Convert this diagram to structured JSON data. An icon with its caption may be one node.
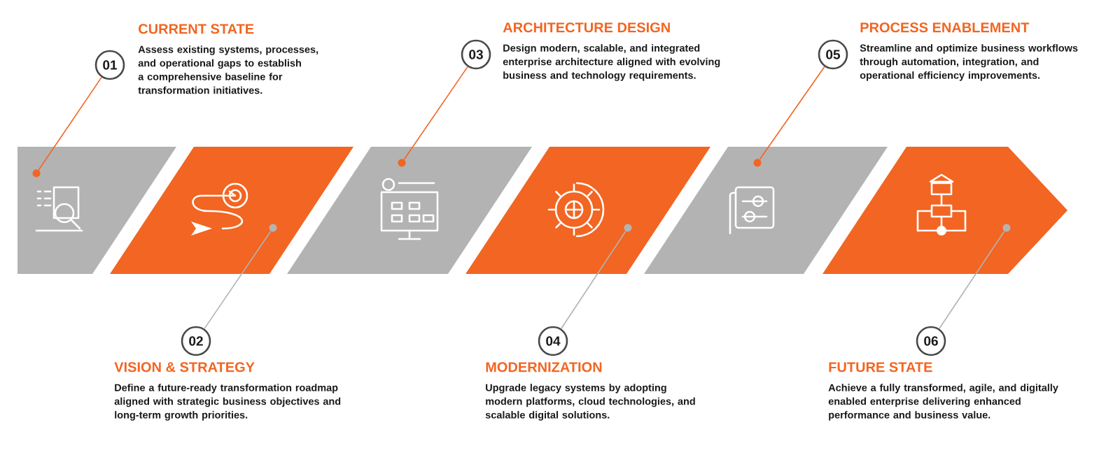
{
  "diagram": {
    "nodes": [
      {
        "text": [
          "01"
        ],
        "beside": [
          "CURRENT STATE",
          "Assess existing systems, processes, and operational gaps to establish a comprehensive baseline for transformation initiatives."
        ]
      },
      {
        "text": [
          "02"
        ],
        "beside": [
          "VISION & STRATEGY",
          "Define a future-ready transformation roadmap aligned with strategic business objectives and long-term growth priorities."
        ]
      },
      {
        "text": [
          "03"
        ],
        "beside": [
          "ARCHITECTURE DESIGN",
          "Design modern, scalable, and integrated enterprise architecture aligned with evolving business and technology requirements."
        ]
      },
      {
        "text": [
          "04"
        ],
        "beside": [
          "MODERNIZATION",
          "Upgrade legacy systems by adopting modern platforms, cloud technologies, and scalable digital solutions."
        ]
      },
      {
        "text": [
          "05"
        ],
        "beside": [
          "PROCESS ENABLEMENT",
          "Streamline and optimize business workflows through automation, integration, and operational efficiency improvements."
        ]
      },
      {
        "text": [
          "06"
        ],
        "beside": [
          "FUTURE STATE",
          "Achieve a fully transformed, agile, and digitally enabled enterprise delivering enhanced performance and business value."
        ]
      },
      {
        "text": [],
        "shape": "bar"
      },
      {
        "text": [],
        "shape": "bar"
      },
      {
        "text": [],
        "shape": "bar"
      },
      {
        "text": [],
        "shape": "bar"
      },
      {
        "text": [],
        "shape": "bar"
      },
      {
        "text": [],
        "shape": "bar"
      },
      {
        "text": [],
        "shape": "circle",
        "in": 6
      },
      {
        "text": [],
        "shape": "circle",
        "in": 7
      },
      {
        "text": [],
        "shape": "circle",
        "in": 8
      },
      {
        "text": [],
        "shape": "circle",
        "in": 9
      },
      {
        "text": [],
        "shape": "circle",
        "in": 10
      },
      {
        "text": [],
        "shape": "circle",
        "in": 11
      }
    ],
    "edges": [
      {
        "from": 0,
        "to": 12,
        "arrow": "none",
        "color": "#f26522"
      },
      {
        "from": 1,
        "to": 13,
        "arrow": "none",
        "color": "#b3b3b3"
      },
      {
        "from": 2,
        "to": 14,
        "arrow": "none",
        "color": "#f26522"
      },
      {
        "from": 3,
        "to": 15,
        "arrow": "none",
        "color": "#b3b3b3"
      },
      {
        "from": 4,
        "to": 16,
        "arrow": "none",
        "color": "#f26522"
      },
      {
        "from": 5,
        "to": 17,
        "arrow": "none",
        "color": "#b3b3b3"
      }
    ]
  }
}
